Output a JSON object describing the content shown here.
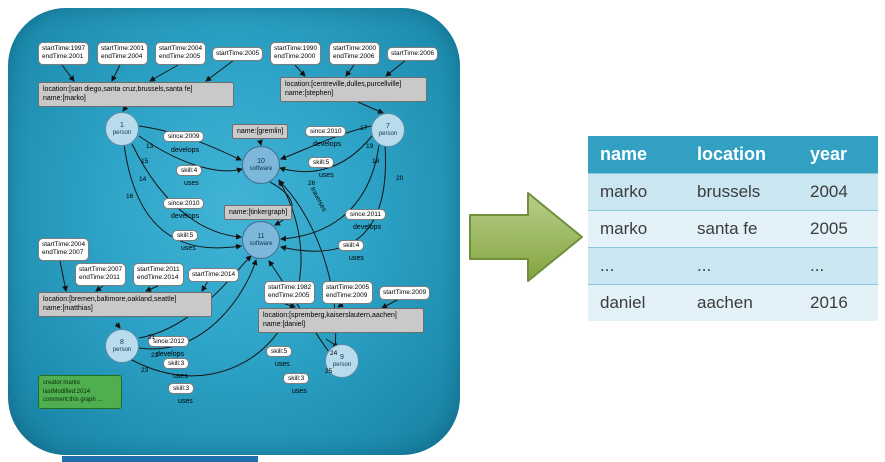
{
  "graph": {
    "time_boxes": [
      "startTime:1997\nendTime:2001",
      "startTime:2001\nendTime:2004",
      "startTime:2004\nendTime:2005",
      "startTime:2005",
      "startTime:1990\nendTime:2000",
      "startTime:2000\nendTime:2006",
      "startTime:2006",
      "startTime:2004\nendTime:2007",
      "startTime:2007\nendTime:2011",
      "startTime:2011\nendTime:2014",
      "startTime:2014",
      "startTime:1982\nendTime:2005",
      "startTime:2005\nendTime:2009",
      "startTime:2009"
    ],
    "prop_boxes": [
      "location:[san diego,santa cruz,brussels,santa fe]\nname:[marko]",
      "location:[centreville,dulles,purcellville]\nname:[stephen]",
      "location:[bremen,baltimore,oakland,seattle]\nname:[matthias]",
      "location:[spremberg,kaiserslautern,aachen]\nname:[daniel]"
    ],
    "name_boxes": [
      "name:[gremlin]",
      "name:[tinkergraph]"
    ],
    "vertices": [
      {
        "id": "1",
        "label": "person"
      },
      {
        "id": "7",
        "label": "person"
      },
      {
        "id": "10",
        "label": "software"
      },
      {
        "id": "11",
        "label": "software"
      },
      {
        "id": "8",
        "label": "person"
      },
      {
        "id": "9",
        "label": "person"
      }
    ],
    "edge_labels": [
      {
        "prop": "since:2009",
        "verb": "develops"
      },
      {
        "prop": "skill:4",
        "verb": "uses"
      },
      {
        "prop": "since:2010",
        "verb": "develops"
      },
      {
        "prop": "skill:5",
        "verb": "uses"
      },
      {
        "prop": "since:2010",
        "verb": "develops"
      },
      {
        "prop": "skill:5",
        "verb": "uses"
      },
      {
        "prop": "since:2011",
        "verb": "develops"
      },
      {
        "prop": "skill:4",
        "verb": "uses"
      },
      {
        "prop": "since:2012",
        "verb": "develops"
      },
      {
        "prop": "skill:3",
        "verb": "uses"
      },
      {
        "prop": "skill:3",
        "verb": "uses"
      },
      {
        "prop": "skill:5",
        "verb": "uses"
      },
      {
        "prop": "skill:3",
        "verb": "uses"
      }
    ],
    "edge_ids": [
      "13",
      "15",
      "14",
      "16",
      "17",
      "19",
      "18",
      "20",
      "21",
      "22",
      "23",
      "24",
      "25",
      "26"
    ],
    "traverses_label": "traverses",
    "meta_box": "creator:marko\nlastModified:2014\ncomment:this graph ..."
  },
  "table": {
    "headers": [
      "name",
      "location",
      "year"
    ],
    "rows": [
      [
        "marko",
        "brussels",
        "2004"
      ],
      [
        "marko",
        "santa fe",
        "2005"
      ],
      [
        "...",
        "...",
        "..."
      ],
      [
        "daniel",
        "aachen",
        "2016"
      ]
    ]
  },
  "colors": {
    "panel_teal": "#2ea4c8",
    "table_header": "#31a0c2",
    "row_medium": "#c9e6f1",
    "row_light": "#e2f2f8",
    "arrow_green": "#9bbb59",
    "meta_green": "#4fae4f",
    "person_fill": "#b9dcec",
    "software_fill": "#7db7da"
  }
}
